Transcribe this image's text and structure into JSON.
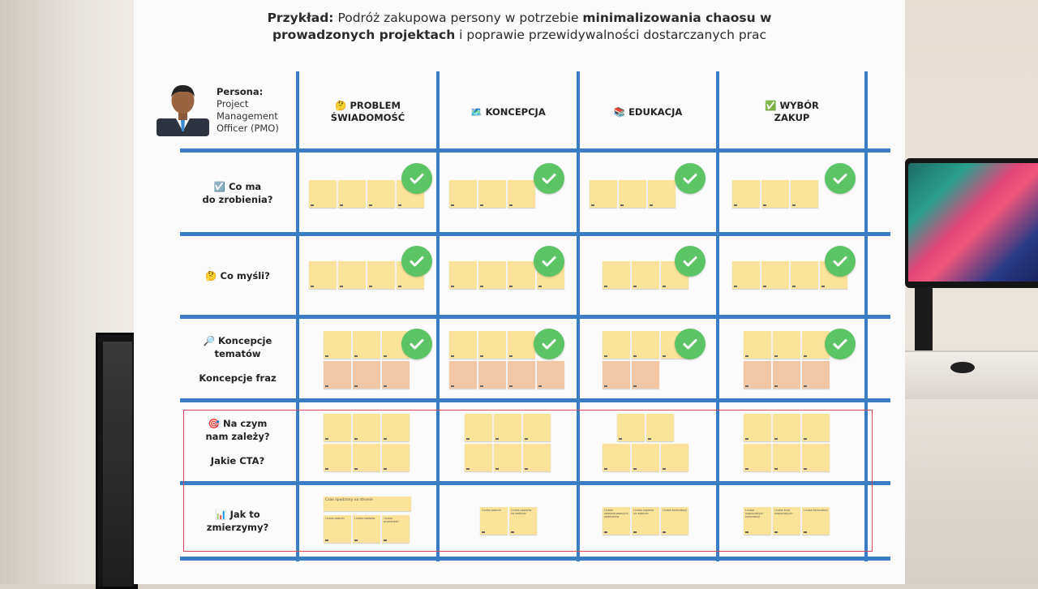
{
  "title": {
    "prefix": "Przykład:",
    "part1": " Podróż zakupowa persony w potrzebie ",
    "bold1": "minimalizowania chaosu w",
    "bold2": "prowadzonych projektach",
    "part2": " i poprawie przewidywalności dostarczanych prac"
  },
  "persona": {
    "label": "Persona:",
    "lines": [
      "Project",
      "Management",
      "Officer (PMO)"
    ],
    "icon": "person-avatar-icon"
  },
  "columns": [
    {
      "icon": "🤔",
      "label1": "PROBLEM",
      "label2": "ŚWIADOMOŚĆ"
    },
    {
      "icon": "🗺️",
      "label1": "KONCEPCJA",
      "label2": ""
    },
    {
      "icon": "📚",
      "label1": "EDUKACJA",
      "label2": ""
    },
    {
      "icon": "✅",
      "label1": "WYBÓR",
      "label2": "ZAKUP"
    }
  ],
  "rows": [
    {
      "line1": "☑️ Co ma",
      "line2": "do zrobienia?",
      "sub": ""
    },
    {
      "line1": "🤔 Co myśli?",
      "line2": "",
      "sub": ""
    },
    {
      "line1": "🔎 Koncepcje",
      "line2": "tematów",
      "sub": "Koncepcje fraz"
    },
    {
      "line1": "🎯 Na czym",
      "line2": "nam zależy?",
      "sub": "Jakie CTA?"
    },
    {
      "line1": "📊 Jak to",
      "line2": "zmierzymy?",
      "sub": ""
    }
  ],
  "notes_row5": {
    "wide": "Czas spędzony na stronie",
    "c1": [
      "Liczba pobrań",
      "Liczba zapisów",
      "Liczba przedłużeń"
    ],
    "c2": [
      "Liczba pobrań",
      "Liczba zapisów na webinar"
    ],
    "c3": [
      "Liczba zarejestrowanych webinarów",
      "Liczba zapisów na webinar",
      "Liczba konsultacji"
    ],
    "c4": [
      "Liczba rozpoczętych konsultacji",
      "Liczba triali rozpoczętych",
      "Liczba konsultacji"
    ]
  },
  "colors": {
    "grid": "#3a7dc4",
    "note": "#fbe39a",
    "note_alt": "#f2c7a6",
    "check": "#5cc465",
    "highlight": "#d9485a"
  }
}
